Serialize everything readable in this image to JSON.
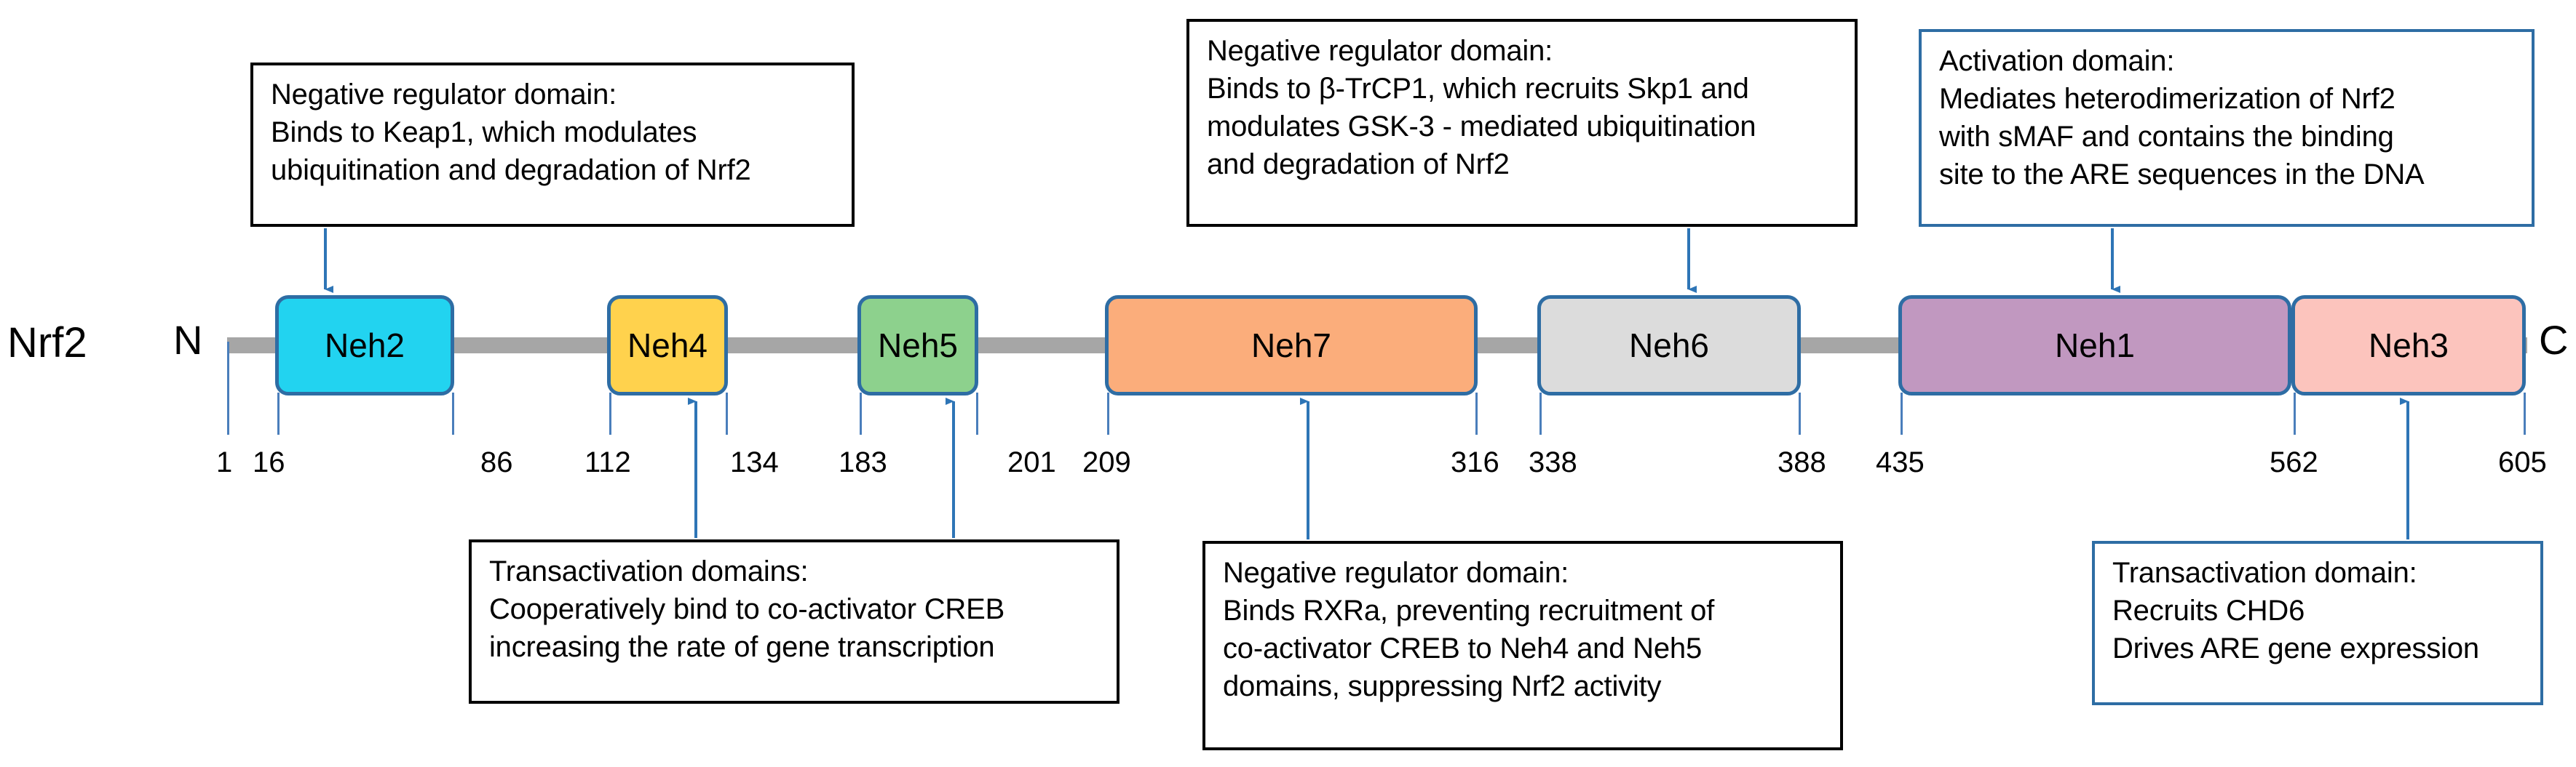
{
  "protein": {
    "name": "Nrf2",
    "n_terminus": "N",
    "c_terminus": "C"
  },
  "domains": [
    {
      "label": "Neh2",
      "start": 16,
      "end": 86,
      "color": "#22D3F0"
    },
    {
      "label": "Neh4",
      "start": 112,
      "end": 134,
      "color": "#FFD24D"
    },
    {
      "label": "Neh5",
      "start": 183,
      "end": 201,
      "color": "#8DD18D"
    },
    {
      "label": "Neh7",
      "start": 209,
      "end": 316,
      "color": "#FBAD7B"
    },
    {
      "label": "Neh6",
      "start": 338,
      "end": 388,
      "color": "#DCDCDC"
    },
    {
      "label": "Neh1",
      "start": 435,
      "end": 562,
      "color": "#C198C0"
    },
    {
      "label": "Neh3",
      "start": 562,
      "end": 605,
      "color": "#FCC4BD"
    }
  ],
  "tick_labels": [
    "1",
    "16",
    "86",
    "112",
    "134",
    "183",
    "201",
    "209",
    "316",
    "338",
    "388",
    "435",
    "562",
    "605"
  ],
  "callouts": [
    {
      "id": "neh2-callout",
      "border": "black",
      "target": "Neh2",
      "lines": [
        "Negative regulator domain:",
        "Binds to Keap1, which modulates",
        "ubiquitination and degradation of Nrf2"
      ]
    },
    {
      "id": "neh7-top-callout",
      "border": "black",
      "target": "Neh6",
      "lines": [
        "Negative regulator domain:",
        "Binds to β-TrCP1, which recruits Skp1 and",
        "modulates GSK-3 - mediated ubiquitination",
        "and degradation of Nrf2"
      ]
    },
    {
      "id": "neh1-callout",
      "border": "blue",
      "target": "Neh1",
      "lines": [
        "Activation domain:",
        "Mediates heterodimerization of Nrf2",
        "with sMAF and contains the binding",
        "site to the ARE sequences in the DNA"
      ]
    },
    {
      "id": "neh4-neh5-callout",
      "border": "black",
      "target": "Neh4 / Neh5",
      "lines": [
        "Transactivation domains:",
        "Cooperatively bind to co-activator CREB",
        "increasing the rate of gene transcription"
      ]
    },
    {
      "id": "neh7-bottom-callout",
      "border": "black",
      "target": "Neh7",
      "lines": [
        "Negative regulator domain:",
        "Binds RXRa, preventing recruitment of",
        "co-activator CREB to Neh4 and Neh5",
        "domains, suppressing Nrf2 activity"
      ]
    },
    {
      "id": "neh3-callout",
      "border": "blue",
      "target": "Neh3",
      "lines": [
        "Transactivation domain:",
        "Recruits CHD6",
        "Drives ARE gene expression"
      ]
    }
  ],
  "colors": {
    "backbone": "#A6A6A6",
    "domain_border": "#2E6DA4",
    "arrow": "#2E75B6",
    "tick": "#4A7EBB",
    "callout_black": "#000000",
    "callout_blue": "#2E6DA4"
  }
}
